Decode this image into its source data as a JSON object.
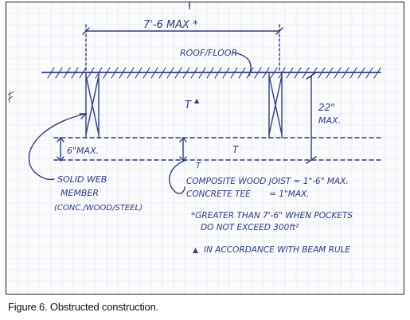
{
  "caption": "Figure 6. Obstructed construction.",
  "labels": {
    "span": "7'-6 MAX *",
    "roof_floor": "ROOF/FLOOR",
    "depth": "22\"",
    "depth_max": "MAX.",
    "web_max": "6\"MAX.",
    "t_upper": "T",
    "t_lower": "T",
    "t_lower_note": "T",
    "t_upper_mark": "▲",
    "solid_web_1": "SOLID WEB",
    "solid_web_2": "MEMBER",
    "solid_web_3": "(CONC./WOOD/STEEL)",
    "composite_1": "COMPOSITE WOOD JOIST = 1\"-6\" MAX.",
    "composite_2": "CONCRETE TEE       = 1\"MAX.",
    "note_1": "*GREATER THAN 7'-6\" WHEN POCKETS",
    "note_2": "DO NOT EXCEED 300ft²",
    "note_3": "IN ACCORDANCE WITH BEAM RULE",
    "note_3_mark": "▲"
  },
  "colors": {
    "ink": "#2f3a8c",
    "grid": "#dfe3ee",
    "border": "#222222"
  }
}
